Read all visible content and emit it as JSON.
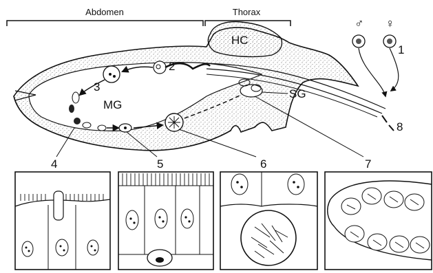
{
  "regions": {
    "abdomen": "Abdomen",
    "thorax": "Thorax"
  },
  "organs": {
    "hc": "HC",
    "mg": "MG",
    "sg": "SG"
  },
  "stages": {
    "s1": "1",
    "s2": "2",
    "s3": "3",
    "s4": "4",
    "s5": "5",
    "s6": "6",
    "s7": "7",
    "s8": "8"
  },
  "sex_symbols": {
    "male": "♂",
    "female": "♀"
  }
}
